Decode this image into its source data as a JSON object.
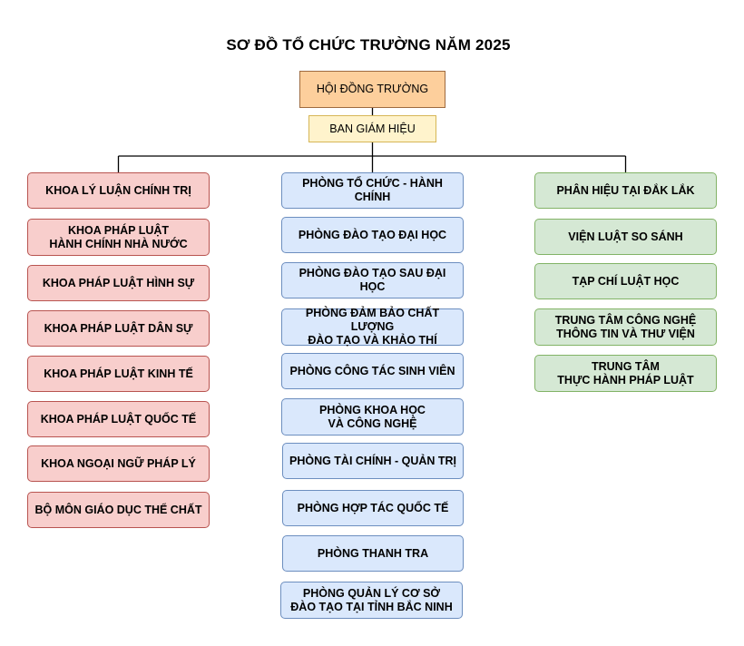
{
  "title": "SƠ ĐỒ TỔ CHỨC TRƯỜNG NĂM 2025",
  "council": "HỘI ĐỒNG TRƯỜNG",
  "board": "BAN GIÁM HIỆU",
  "colors": {
    "council_fill": "#fdcf9c",
    "board_fill": "#fff3cc",
    "faculty_fill": "#f8cecc",
    "office_fill": "#dae8fc",
    "unit_fill": "#d5e8d4",
    "connector": "#000000"
  },
  "faculties": [
    "KHOA LÝ LUẬN CHÍNH TRỊ",
    "KHOA PHÁP LUẬT\nHÀNH CHÍNH NHÀ NƯỚC",
    "KHOA PHÁP LUẬT HÌNH SỰ",
    "KHOA PHÁP LUẬT DÂN SỰ",
    "KHOA PHÁP LUẬT KINH TẾ",
    "KHOA PHÁP LUẬT QUỐC TẾ",
    "KHOA NGOẠI NGỮ PHÁP LÝ",
    "BỘ MÔN GIÁO DỤC THỂ CHẤT"
  ],
  "offices": [
    "PHÒNG TỔ CHỨC - HÀNH CHÍNH",
    "PHÒNG ĐÀO TẠO ĐẠI HỌC",
    "PHÒNG ĐÀO TẠO SAU ĐẠI HỌC",
    "PHÒNG ĐẢM BẢO CHẤT LƯỢNG\nĐÀO TẠO VÀ KHẢO THÍ",
    "PHÒNG CÔNG TÁC SINH VIÊN",
    "PHÒNG KHOA HỌC\nVÀ CÔNG NGHỆ",
    "PHÒNG TÀI CHÍNH - QUẢN TRỊ",
    "PHÒNG HỢP TÁC QUỐC TẾ",
    "PHÒNG THANH TRA",
    "PHÒNG QUẢN LÝ CƠ SỞ\nĐÀO TẠO TẠI TỈNH BẮC NINH"
  ],
  "units": [
    "PHÂN HIỆU TẠI ĐẮK LẮK",
    "VIỆN LUẬT SO SÁNH",
    "TẠP CHÍ LUẬT HỌC",
    "TRUNG TÂM CÔNG NGHỆ\nTHÔNG TIN VÀ THƯ VIỆN",
    "TRUNG TÂM\nTHỰC HÀNH PHÁP LUẬT"
  ]
}
